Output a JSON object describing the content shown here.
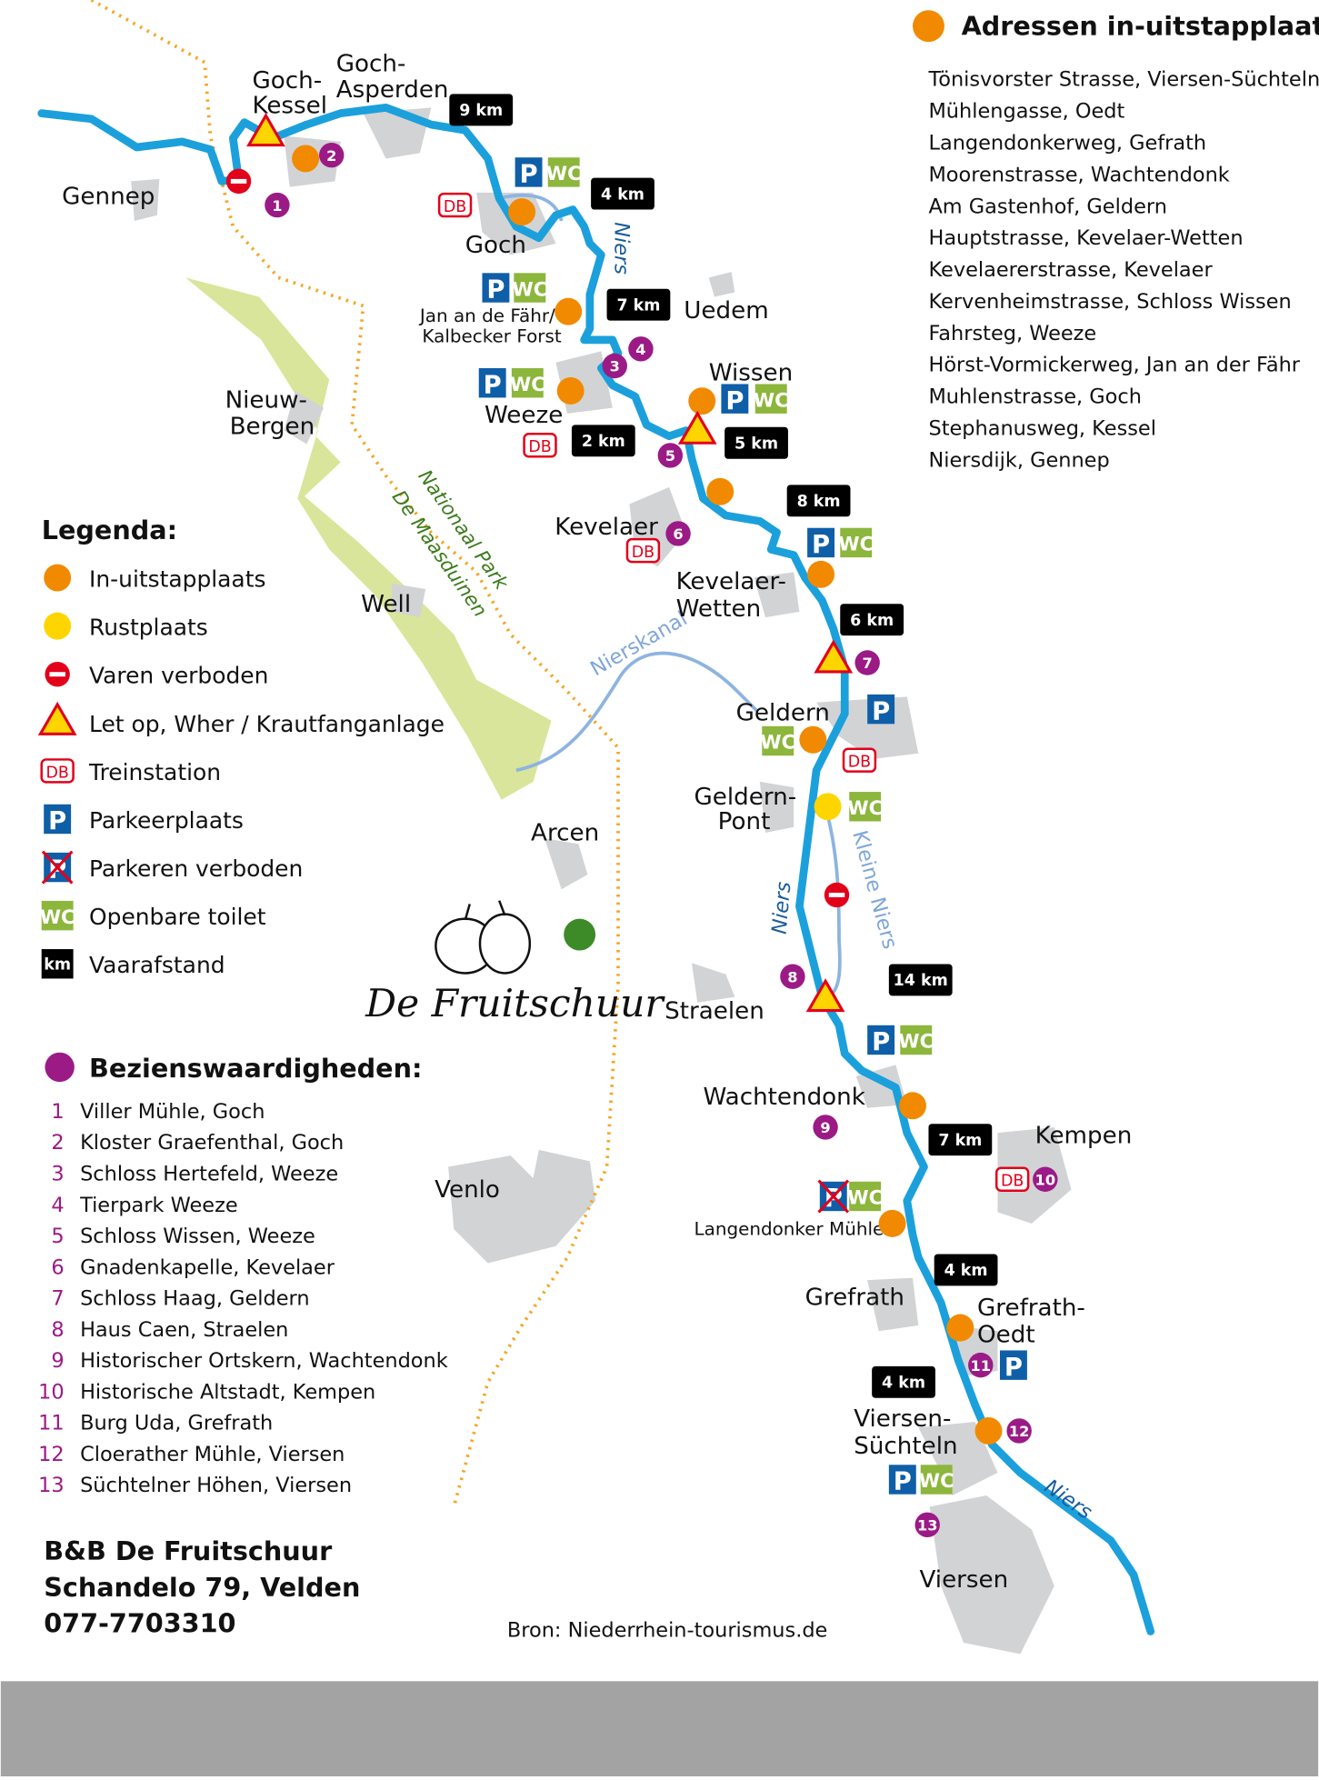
{
  "colors": {
    "river": "#1ba0dc",
    "side_water": "#8db4e0",
    "park": "#d9e59a",
    "town": "#d2d3d5",
    "border_dots": "#f5a623",
    "orange": "#f18a00",
    "purple": "#9b1a86",
    "yellow": "#ffd500",
    "parking": "#0f5ea8",
    "wc": "#8cb63c",
    "db": "#e2001a",
    "footer": "#a3a3a3"
  },
  "places": {
    "gennep": "Gennep",
    "goch_kessel_1": "Goch-",
    "goch_kessel_2": "Kessel",
    "goch_asperden_1": "Goch-",
    "goch_asperden_2": "Asperden",
    "goch": "Goch",
    "uedem": "Uedem",
    "jan_1": "Jan an de Fähr/",
    "jan_2": "Kalbecker Forst",
    "weeze": "Weeze",
    "wissen": "Wissen",
    "nieuw_bergen_1": "Nieuw-",
    "nieuw_bergen_2": "Bergen",
    "kevelaer": "Kevelaer",
    "kevelaer_wetten_1": "Kevelaer-",
    "kevelaer_wetten_2": "Wetten",
    "well": "Well",
    "geldern": "Geldern",
    "geldern_pont_1": "Geldern-",
    "geldern_pont_2": "Pont",
    "arcen": "Arcen",
    "straelen": "Straelen",
    "wachtendonk": "Wachtendonk",
    "kempen": "Kempen",
    "venlo": "Venlo",
    "langendonker": "Langendonker Mühle",
    "grefrath": "Grefrath",
    "grefrath_oedt_1": "Grefrath-",
    "grefrath_oedt_2": "Oedt",
    "viersen_suechteln_1": "Viersen-",
    "viersen_suechteln_2": "Süchteln",
    "viersen": "Viersen"
  },
  "waters": {
    "niers": "Niers",
    "kleine_niers": "Kleine Niers",
    "nierskanal": "Nierskanal",
    "park_1": "Nationaal Park",
    "park_2": "De Maasduinen"
  },
  "distances": [
    "9 km",
    "4 km",
    "7 km",
    "2 km",
    "5 km",
    "8 km",
    "6 km",
    "14 km",
    "7 km",
    "4 km",
    "4 km"
  ],
  "icon_labels": {
    "parking": "P",
    "wc": "WC",
    "db": "DB",
    "km": "km"
  },
  "addresses": {
    "title": "Adressen in-uitstapplaatsen:",
    "items": [
      "Tönisvorster Strasse, Viersen-Süchteln",
      "Mühlengasse, Oedt",
      "Langendonkerweg, Gefrath",
      "Moorenstrasse, Wachtendonk",
      "Am Gastenhof, Geldern",
      "Hauptstrasse, Kevelaer-Wetten",
      "Kevelaererstrasse, Kevelaer",
      "Kervenheimstrasse, Schloss Wissen",
      "Fahrsteg, Weeze",
      "Hörst-Vormickerweg, Jan an der Fähr",
      "Muhlenstrasse, Goch",
      "Stephanusweg, Kessel",
      "Niersdijk, Gennep"
    ]
  },
  "legend": {
    "title": "Legenda:",
    "items": [
      "In-uitstapplaats",
      "Rustplaats",
      "Varen verboden",
      "Let op, Wher / Krautfanganlage",
      "Treinstation",
      "Parkeerplaats",
      "Parkeren verboden",
      "Openbare toilet",
      "Vaarafstand"
    ]
  },
  "sights": {
    "title": "Bezienswaardigheden:",
    "items": [
      {
        "n": "1",
        "label": "Viller Mühle, Goch"
      },
      {
        "n": "2",
        "label": "Kloster Graefenthal, Goch"
      },
      {
        "n": "3",
        "label": "Schloss Hertefeld, Weeze"
      },
      {
        "n": "4",
        "label": "Tierpark Weeze"
      },
      {
        "n": "5",
        "label": "Schloss Wissen, Weeze"
      },
      {
        "n": "6",
        "label": "Gnadenkapelle, Kevelaer"
      },
      {
        "n": "7",
        "label": "Schloss Haag, Geldern"
      },
      {
        "n": "8",
        "label": "Haus Caen, Straelen"
      },
      {
        "n": "9",
        "label": "Historischer Ortskern, Wachtendonk"
      },
      {
        "n": "10",
        "label": "Historische Altstadt, Kempen"
      },
      {
        "n": "11",
        "label": "Burg Uda, Grefrath"
      },
      {
        "n": "12",
        "label": "Cloerather Mühle, Viersen"
      },
      {
        "n": "13",
        "label": "Süchtelner Höhen, Viersen"
      }
    ]
  },
  "logo": {
    "text": "De Fruitschuur"
  },
  "contact": {
    "name": "B&B De Fruitschuur",
    "address": "Schandelo 79, Velden",
    "phone": "077-7703310"
  },
  "source": "Bron: Niederrhein-tourismus.de"
}
